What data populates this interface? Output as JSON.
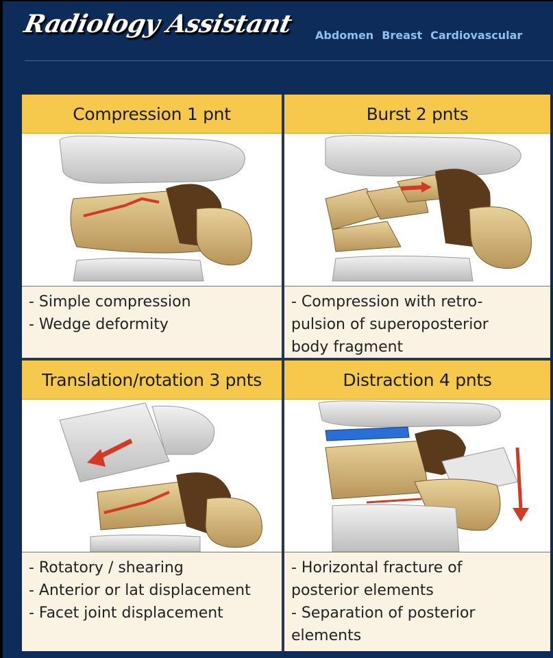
{
  "site": {
    "logo_text": "Radiology Assistant",
    "nav": [
      "Abdomen",
      "Breast",
      "Cardiovascular"
    ]
  },
  "panels": [
    {
      "title": "Compression 1 pnt",
      "lines": [
        "- Simple compression",
        "- Wedge deformity"
      ]
    },
    {
      "title": "Burst 2 pnts",
      "lines": [
        "- Compression with retro-",
        "pulsion of superoposterior",
        "body fragment"
      ]
    },
    {
      "title": "Translation/rotation 3 pnts",
      "lines": [
        "- Rotatory / shearing",
        "- Anterior or lat displacement",
        "- Facet joint displacement"
      ]
    },
    {
      "title": "Distraction 4 pnts",
      "lines": [
        "- Horizontal fracture of",
        "posterior elements",
        "- Separation of posterior",
        "elements"
      ]
    }
  ],
  "colors": {
    "background": "#0e2c5a",
    "header_yellow": "#f6c84b",
    "nav_link": "#8ec2ee",
    "fracture_red": "#d23a24"
  }
}
